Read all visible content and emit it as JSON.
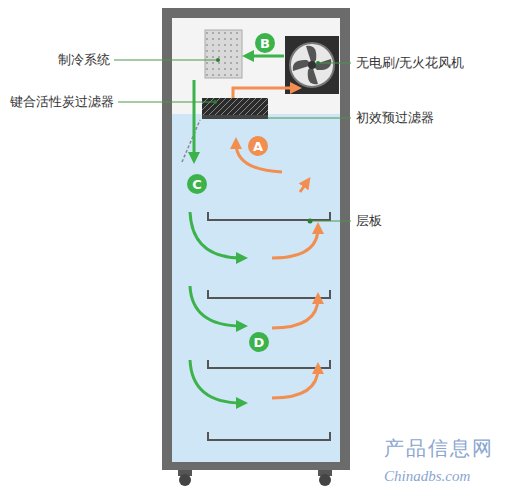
{
  "diagram": {
    "nodes": [
      {
        "text": [
          "B"
        ]
      },
      {
        "text": [
          "A"
        ]
      },
      {
        "text": [
          "C"
        ]
      },
      {
        "text": [
          "D"
        ]
      }
    ],
    "labels": [
      "制冷系统",
      "无电刷/无火花风机",
      "键合活性炭过滤器",
      "初效预过滤器",
      "层板",
      "产品信息网",
      "Chinadbs.com"
    ]
  }
}
